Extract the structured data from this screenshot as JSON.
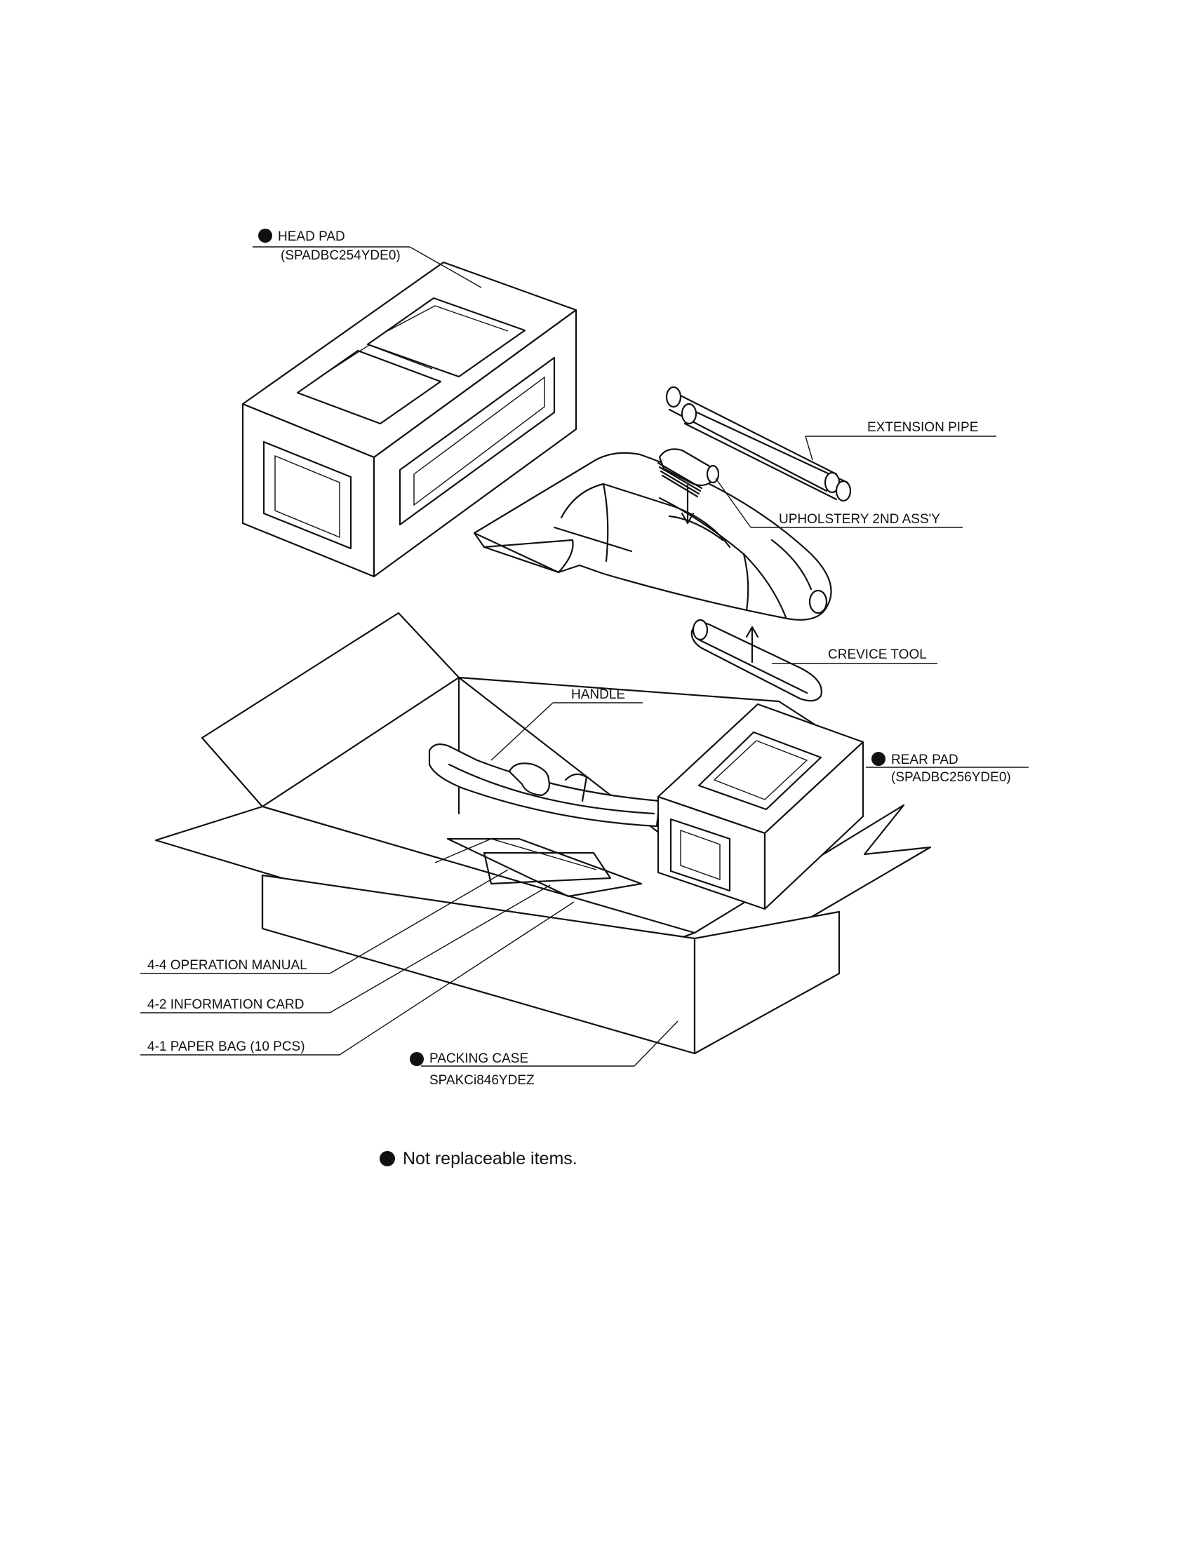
{
  "callouts": {
    "head_pad": {
      "name": "HEAD PAD",
      "part_no": "(SPADBC254YDE0)"
    },
    "extension_pipe": {
      "name": "EXTENSION PIPE"
    },
    "upholstery": {
      "name": "UPHOLSTERY 2ND ASS'Y"
    },
    "crevice_tool": {
      "name": "CREVICE TOOL"
    },
    "handle": {
      "name": "HANDLE"
    },
    "rear_pad": {
      "name": "REAR PAD",
      "part_no": "(SPADBC256YDE0)"
    },
    "operation_manual": {
      "name": "4-4 OPERATION MANUAL"
    },
    "information_card": {
      "name": "4-2 INFORMATION CARD"
    },
    "paper_bag": {
      "name": "4-1 PAPER BAG (10 PCS)"
    },
    "packing_case": {
      "name": "PACKING CASE",
      "part_no": "SPAKCi846YDEZ"
    }
  },
  "legend": {
    "note": "Not replaceable items."
  }
}
